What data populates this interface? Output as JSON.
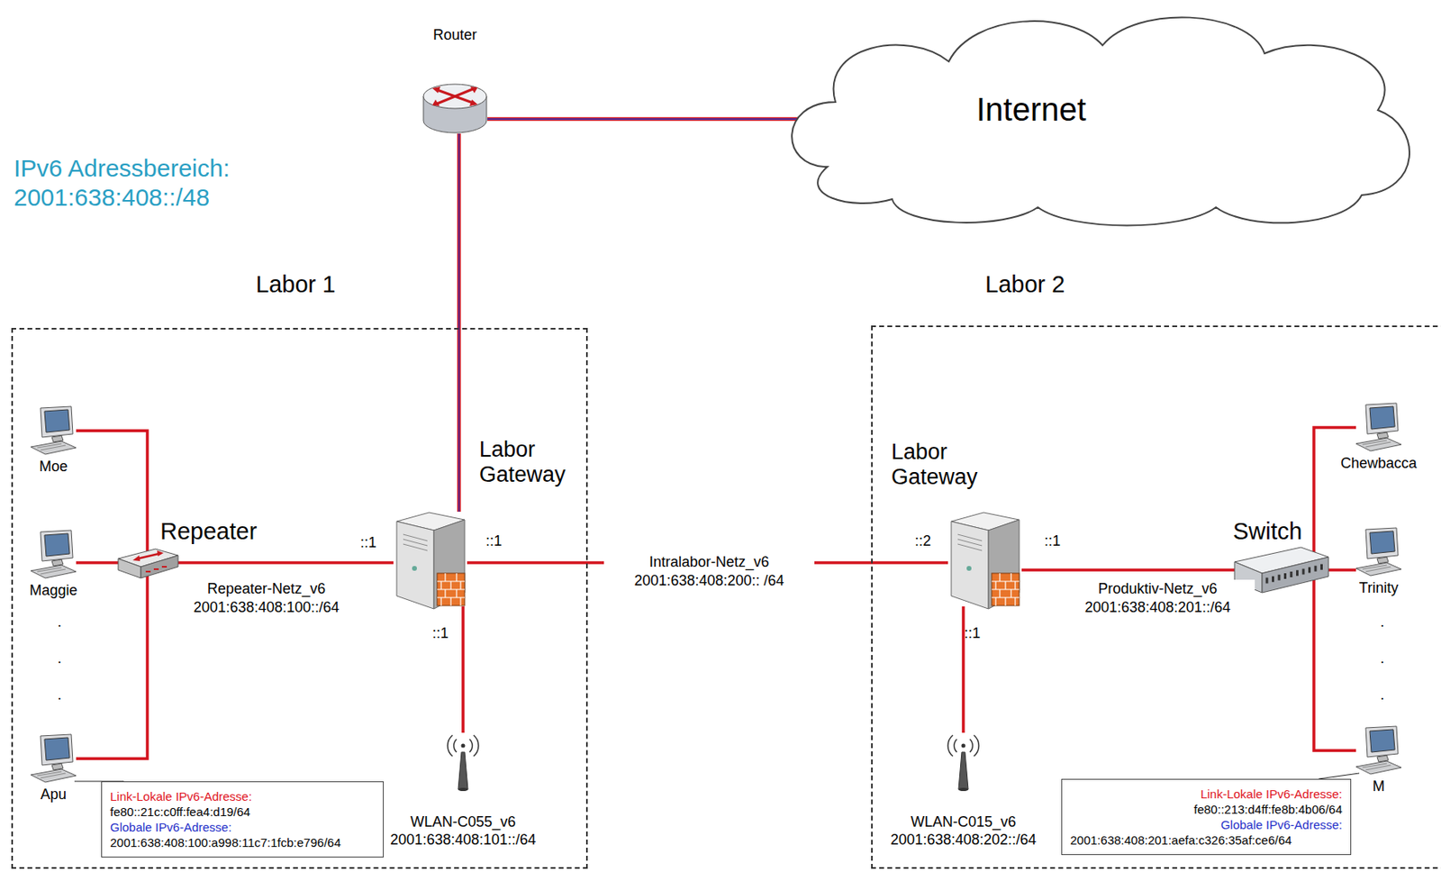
{
  "diagram": {
    "nodes": [
      {
        "text": [
          "Router"
        ]
      },
      {
        "text": [
          "Internet"
        ]
      },
      {
        "text": [
          "Labor 1"
        ]
      },
      {
        "text": [
          "Moe"
        ],
        "in": 2
      },
      {
        "text": [
          "Repeater"
        ],
        "in": 2
      },
      {
        "text": [
          "Maggie"
        ],
        "in": 2
      },
      {
        "text": [
          "Labor Gateway"
        ],
        "in": 2
      },
      {
        "text": [
          "Apu"
        ],
        "in": 2
      },
      {
        "text": [
          "Link-Lokale IPv6-Adresse:",
          "fe80::21c:c0ff:fea4:d19/64",
          "Globale IPv6-Adresse:",
          "2001:638:408:100:a998:11c7:1fcb:e796/64"
        ],
        "in": 2
      },
      {
        "text": [
          "WLAN-C055_v6",
          "2001:638:408:101::/64"
        ],
        "in": 2
      },
      {
        "text": [
          "Labor 2"
        ]
      },
      {
        "text": [
          "Labor Gateway"
        ],
        "in": 10
      },
      {
        "text": [
          "Chewbacca"
        ],
        "in": 10
      },
      {
        "text": [
          "Switch"
        ],
        "in": 10
      },
      {
        "text": [
          "Trinity"
        ],
        "in": 10
      },
      {
        "text": [
          "M"
        ],
        "in": 10
      },
      {
        "text": [
          "WLAN-C015_v6",
          "2001:638:408:202::/64"
        ],
        "in": 10
      },
      {
        "text": [
          "Link-Lokale IPv6-Adresse:",
          "fe80::213:d4ff:fe8b:4b06/64",
          "Globale IPv6-Adresse:",
          "2001:638:408:201:aefa:c326:35af:ce6/64"
        ],
        "in": 10
      }
    ],
    "edges": [
      {
        "from": 0,
        "to": 1,
        "arrow": "none"
      },
      {
        "from": 0,
        "to": 6,
        "arrow": "none"
      },
      {
        "from": 4,
        "to": 3,
        "arrow": "none"
      },
      {
        "from": 4,
        "to": 5,
        "arrow": "none"
      },
      {
        "from": 4,
        "to": 7,
        "arrow": "none"
      },
      {
        "from": 6,
        "to": 4,
        "label": "Repeater-Netz_v6 2001:638:408:100::/64",
        "arrow": "none"
      },
      {
        "from": 6,
        "to": 9,
        "arrow": "none"
      },
      {
        "from": 6,
        "to": 11,
        "label": "Intralabor-Netz_v6 2001:638:408:200:: /64",
        "arrow": "none"
      },
      {
        "from": 11,
        "to": 13,
        "label": "Produktiv-Netz_v6 2001:638:408:201::/64",
        "arrow": "none"
      },
      {
        "from": 11,
        "to": 16,
        "arrow": "none"
      },
      {
        "from": 13,
        "to": 12,
        "arrow": "none"
      },
      {
        "from": 13,
        "to": 14,
        "arrow": "none"
      },
      {
        "from": 13,
        "to": 15,
        "arrow": "none"
      },
      {
        "from": 7,
        "to": 8,
        "arrow": "none"
      },
      {
        "from": 15,
        "to": 17,
        "arrow": "none"
      }
    ],
    "labels": [
      "IPv6 Adressbereich: 2001:638:408::/48",
      "::1",
      "::1",
      "::1",
      "::2",
      "::1",
      "::1",
      ".",
      ".",
      ".",
      ".",
      ".",
      "."
    ]
  }
}
